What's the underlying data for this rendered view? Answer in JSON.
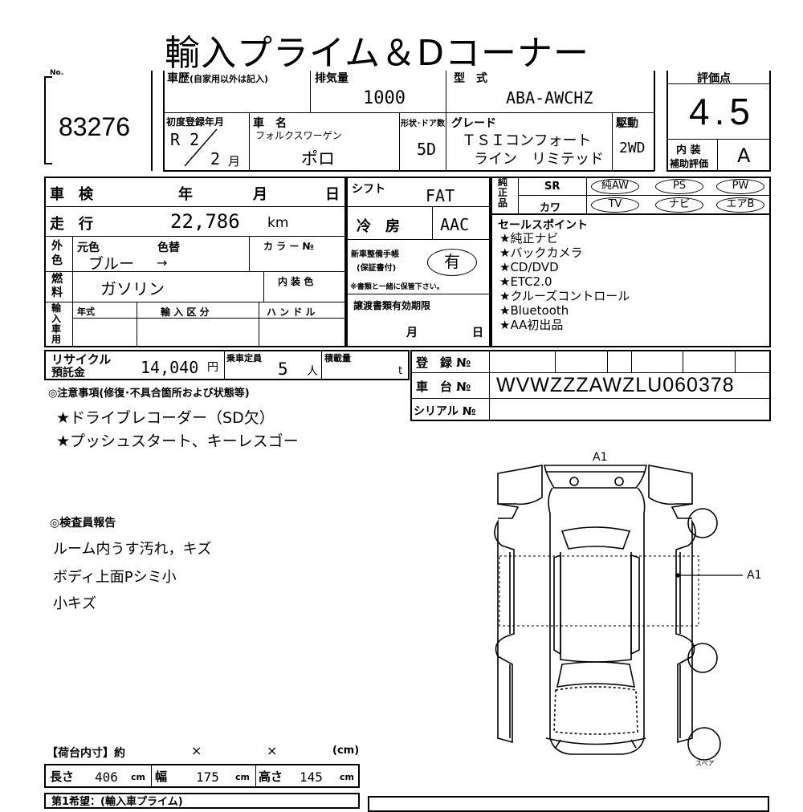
{
  "title": "輸入プライム＆Dコーナー",
  "lot": {
    "label": "No.",
    "number": "83276"
  },
  "history": {
    "label": "車歴",
    "note": "(自家用以外は記入)"
  },
  "displacement": {
    "label": "排気量",
    "value": "1000"
  },
  "model": {
    "label": "型　式",
    "value": "ABA-AWCHZ"
  },
  "score": {
    "label": "評価点",
    "value": "4.5"
  },
  "first_reg": {
    "label": "初度登録年月",
    "era": "R 2",
    "month": "2",
    "month_unit": "月"
  },
  "car_name": {
    "label": "車　名",
    "maker": "フォルクスワーゲン",
    "name": "ポロ"
  },
  "doors": {
    "label": "形状･ドア数",
    "value": "5D"
  },
  "grade": {
    "label": "グレード",
    "line1": "ＴＳＩコンフォート",
    "line2": "ライン　リミテッド"
  },
  "drive": {
    "label": "駆動",
    "value": "2WD"
  },
  "interior": {
    "label1": "内 装",
    "label2": "補助評価",
    "value": "A"
  },
  "inspection": {
    "label": "車　検",
    "year": "年",
    "month": "月",
    "day": "日"
  },
  "shift": {
    "label": "シフト",
    "value": "FAT"
  },
  "mileage": {
    "label": "走　行",
    "value": "22,786",
    "unit": "km"
  },
  "aircon": {
    "label": "冷　房",
    "value": "AAC"
  },
  "color": {
    "side": "外色",
    "orig_label": "元色",
    "change_label": "色替",
    "value": "ブルー",
    "arrow": "→",
    "code_label": "カ ラ ー №"
  },
  "manual": {
    "label1": "新車整備手帳",
    "label2": "(保証書付)",
    "value": "有",
    "note": "※書類と一緒に保管下さい。"
  },
  "fuel": {
    "side": "燃料",
    "value": "ガソリン",
    "int_color_label": "内 装 色"
  },
  "import": {
    "side": "輸入車用",
    "year_label": "年式",
    "type_label": "輸 入 区 分",
    "handle_label": "ハ ン ド ル"
  },
  "transfer": {
    "label": "譲渡書類有効期限",
    "month": "月",
    "day": "日"
  },
  "equipment": {
    "side": "純正品",
    "row1": [
      "SR",
      "純AW",
      "PS",
      "PW"
    ],
    "row2": [
      "カワ",
      "TV",
      "ナビ",
      "エアB"
    ]
  },
  "sales_points": {
    "label": "セールスポイント",
    "items": [
      "★純正ナビ",
      "★バックカメラ",
      "★CD/DVD",
      "★ETC2.0",
      "★クルーズコントロール",
      "★Bluetooth",
      "★AA初出品"
    ]
  },
  "recycle": {
    "label1": "リサイクル",
    "label2": "預託金",
    "value": "14,040",
    "unit": "円"
  },
  "capacity": {
    "label": "乗車定員",
    "value": "5",
    "unit": "人"
  },
  "load": {
    "label": "積載量",
    "unit": "t"
  },
  "registration": {
    "label": "登　録 №"
  },
  "chassis": {
    "label": "車　台 №",
    "value": "WVWZZZAWZLU060378"
  },
  "serial": {
    "label": "シリアル №"
  },
  "notes": {
    "label": "◎注意事項(修復･不具合箇所および状態等)",
    "items": [
      "★ドライブレコーダー（SD欠）",
      "★プッシュスタート、キーレスゴー"
    ]
  },
  "inspector": {
    "label": "◎検査員報告",
    "items": [
      "ルーム内うす汚れ，キズ",
      "ボディ上面Pシミ小",
      "小キズ"
    ]
  },
  "diagram": {
    "mark_top": "A1",
    "mark_side": "A1",
    "spare": "スペア"
  },
  "cargo": {
    "label": "【荷台内寸】約",
    "x1": "×",
    "x2": "×",
    "unit": "(cm)"
  },
  "dims": {
    "length_label": "長さ",
    "length": "406",
    "width_label": "幅",
    "width": "175",
    "height_label": "高さ",
    "height": "145",
    "unit": "cm"
  },
  "footer": {
    "text": "第1希望：(輸入車プライム)"
  }
}
